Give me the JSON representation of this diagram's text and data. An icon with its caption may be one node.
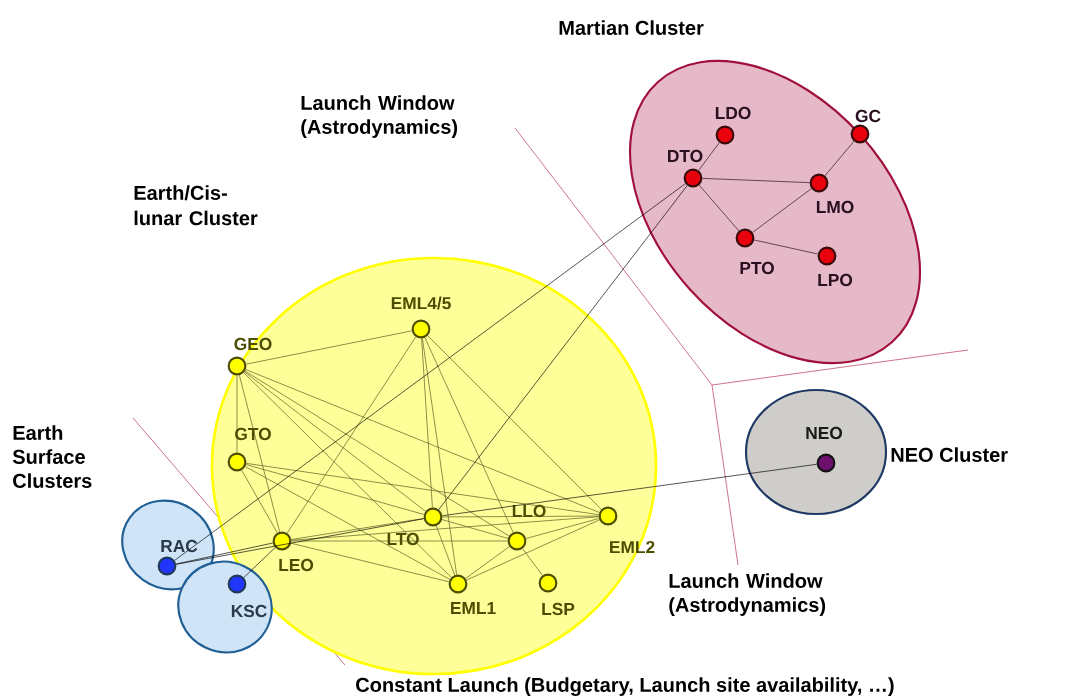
{
  "diagram": {
    "nodes": [
      {
        "text": [
          "Martian Cluster"
        ]
      },
      {
        "text": [
          "LDO"
        ],
        "in": 0
      },
      {
        "text": [
          "GC"
        ],
        "in": 0
      },
      {
        "text": [
          "DTO"
        ],
        "in": 0
      },
      {
        "text": [
          "LMO"
        ],
        "in": 0
      },
      {
        "text": [
          "PTO"
        ],
        "in": 0
      },
      {
        "text": [
          "LPO"
        ],
        "in": 0
      },
      {
        "text": [
          "Earth/Cis-lunar Cluster"
        ]
      },
      {
        "text": [
          "EML4/5"
        ],
        "in": 7
      },
      {
        "text": [
          "GEO"
        ],
        "in": 7
      },
      {
        "text": [
          "GTO"
        ],
        "in": 7
      },
      {
        "text": [
          "LLO"
        ],
        "in": 7
      },
      {
        "text": [
          "EML2"
        ],
        "in": 7
      },
      {
        "text": [
          "LTO"
        ],
        "in": 7
      },
      {
        "text": [
          "LEO"
        ],
        "in": 7
      },
      {
        "text": [
          "EML1"
        ],
        "in": 7
      },
      {
        "text": [
          "LSP"
        ],
        "in": 7
      },
      {
        "text": [
          "NEO Cluster"
        ]
      },
      {
        "text": [
          "NEO"
        ],
        "in": 17
      },
      {
        "text": [],
        "shape": "circle"
      },
      {
        "text": [
          "RAC"
        ],
        "in": 19
      },
      {
        "text": [],
        "shape": "circle"
      },
      {
        "text": [
          "KSC"
        ],
        "in": 21
      }
    ],
    "edges": [
      {
        "from": 1,
        "to": 3,
        "arrow": "none",
        "color": "#2a0a14"
      },
      {
        "from": 3,
        "to": 4,
        "arrow": "none",
        "color": "#2a0a14"
      },
      {
        "from": 3,
        "to": 5,
        "arrow": "none",
        "color": "#2a0a14"
      },
      {
        "from": 5,
        "to": 4,
        "arrow": "none",
        "color": "#2a0a14"
      },
      {
        "from": 4,
        "to": 2,
        "arrow": "none",
        "color": "#2a0a14"
      },
      {
        "from": 5,
        "to": 6,
        "arrow": "none",
        "color": "#2a0a14"
      },
      {
        "from": 9,
        "to": 8,
        "arrow": "none"
      },
      {
        "from": 9,
        "to": 10,
        "arrow": "none"
      },
      {
        "from": 9,
        "to": 14,
        "arrow": "none"
      },
      {
        "from": 9,
        "to": 13,
        "arrow": "none"
      },
      {
        "from": 9,
        "to": 11,
        "arrow": "none"
      },
      {
        "from": 9,
        "to": 12,
        "arrow": "none"
      },
      {
        "from": 9,
        "to": 15,
        "arrow": "none"
      },
      {
        "from": 10,
        "to": 14,
        "arrow": "none"
      },
      {
        "from": 10,
        "to": 13,
        "arrow": "none"
      },
      {
        "from": 10,
        "to": 12,
        "arrow": "none"
      },
      {
        "from": 10,
        "to": 15,
        "arrow": "none"
      },
      {
        "from": 8,
        "to": 14,
        "arrow": "none"
      },
      {
        "from": 8,
        "to": 13,
        "arrow": "none"
      },
      {
        "from": 8,
        "to": 15,
        "arrow": "none"
      },
      {
        "from": 8,
        "to": 11,
        "arrow": "none"
      },
      {
        "from": 8,
        "to": 12,
        "arrow": "none"
      },
      {
        "from": 14,
        "to": 13,
        "arrow": "none"
      },
      {
        "from": 14,
        "to": 11,
        "arrow": "none"
      },
      {
        "from": 14,
        "to": 12,
        "arrow": "none"
      },
      {
        "from": 14,
        "to": 15,
        "arrow": "none"
      },
      {
        "from": 13,
        "to": 11,
        "arrow": "none"
      },
      {
        "from": 13,
        "to": 12,
        "arrow": "none"
      },
      {
        "from": 13,
        "to": 15,
        "arrow": "none"
      },
      {
        "from": 11,
        "to": 12,
        "arrow": "none"
      },
      {
        "from": 11,
        "to": 15,
        "arrow": "none"
      },
      {
        "from": 11,
        "to": 16,
        "arrow": "none"
      },
      {
        "from": 12,
        "to": 15,
        "arrow": "none"
      },
      {
        "from": 20,
        "to": 3,
        "arrow": "none",
        "color": "#000000"
      },
      {
        "from": 13,
        "to": 3,
        "arrow": "none",
        "color": "#000000"
      },
      {
        "from": 20,
        "to": 14,
        "arrow": "none",
        "color": "#000000"
      },
      {
        "from": 20,
        "to": 13,
        "arrow": "none",
        "color": "#000000"
      },
      {
        "from": 22,
        "to": 14,
        "arrow": "none",
        "color": "#000000"
      },
      {
        "from": 18,
        "to": 13,
        "arrow": "none",
        "color": "#000000"
      }
    ],
    "labels": [
      "Launch Window (Astrodynamics)",
      "Earth Surface Clusters",
      "Launch Window (Astrodynamics)",
      "Constant Launch (Budgetary, Launch site availability, …)"
    ]
  }
}
